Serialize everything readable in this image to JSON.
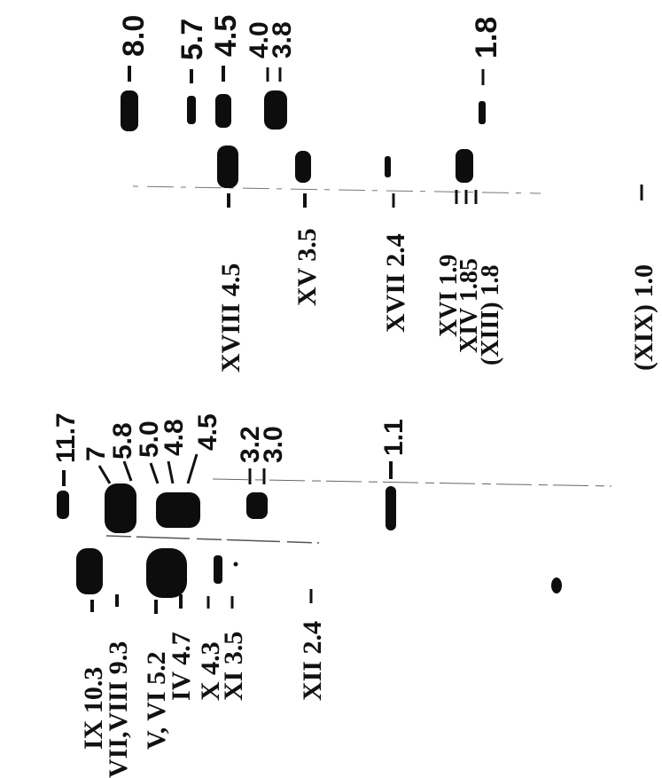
{
  "colors": {
    "ink": "#111111",
    "band": "#0d0d0d",
    "background": "#ffffff"
  },
  "left_lane": {
    "bands": [
      {
        "label": "IX 10.3",
        "rotation": "vertical"
      },
      {
        "label": "VII,VIII 9.3"
      },
      {
        "label": "V, VI 5.2"
      },
      {
        "label": "IV 4.7"
      },
      {
        "label": "X 4.3"
      },
      {
        "label": "XI 3.5"
      },
      {
        "label": "XII 2.4"
      }
    ]
  },
  "middle_lane": {
    "sizes": [
      "11.7",
      "7",
      "5.8",
      "5.0",
      "4.8",
      "4.5",
      "3.2",
      "3.0",
      "1.1"
    ]
  },
  "right_lane_lower": {
    "bands": [
      {
        "label": "XVIII 4.5"
      },
      {
        "label": "XV 3.5"
      },
      {
        "label": "XVII 2.4"
      },
      {
        "label": "XVI 1.9"
      },
      {
        "label": "XIV 1.85"
      },
      {
        "label": "(XIII) 1.8"
      },
      {
        "label": "(XIX) 1.0"
      }
    ]
  },
  "right_lane_upper": {
    "sizes": [
      "8.0",
      "5.7",
      "4.5",
      "4.0",
      "3.8",
      "1.8"
    ]
  }
}
